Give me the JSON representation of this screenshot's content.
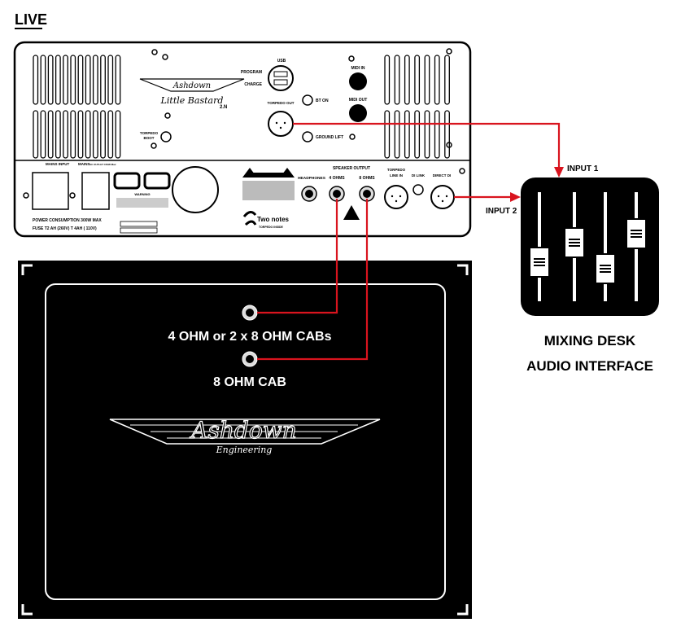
{
  "title": "LIVE",
  "amp": {
    "brand": "Ashdown",
    "model": "Little Bastard",
    "model_suffix": "2.N",
    "usb": "USB",
    "program": "PROGRAM",
    "charge": "CHARGE",
    "torpedo_out": "TORPEDO OUT",
    "bt_on": "BT ON",
    "ground_lift": "GROUND LIFT",
    "midi_in": "MIDI IN",
    "midi_out": "MIDI OUT",
    "torpedo_boot": [
      "TORPEDO",
      "BOOT"
    ],
    "mains_input": "MAINS INPUT",
    "mains_outlet": "MAINS",
    "mains_outlet_sub": "AC OUTLET 150W Max",
    "power": "POWER CONSUMPTION 300W MAX",
    "fuse": "FUSE T2 AH (260V) T 4AH ( 110V)",
    "warning": "WARNING",
    "headphones": "HEADPHONES",
    "speaker_output": "SPEAKER OUTPUT",
    "ohms4": "4 OHMS",
    "ohms8": "8 OHMS",
    "torpedo_line_in": [
      "TORPEDO",
      "LINE IN"
    ],
    "di_link": "DI LINK",
    "direct_di": "DIRECT DI",
    "two_notes": "Two notes",
    "two_notes_sub": "TORPEDO INSIDE"
  },
  "cab": {
    "jack1_label": "4 OHM or 2 x 8 OHM CABs",
    "jack2_label": "8 OHM CAB",
    "brand": "Ashdown",
    "brand_sub": "Engineering"
  },
  "mixer": {
    "input1": "INPUT 1",
    "input2": "INPUT 2",
    "line1": "MIXING DESK",
    "line2": "AUDIO INTERFACE"
  },
  "colors": {
    "cable": "#d9141e",
    "ink": "#000000"
  }
}
